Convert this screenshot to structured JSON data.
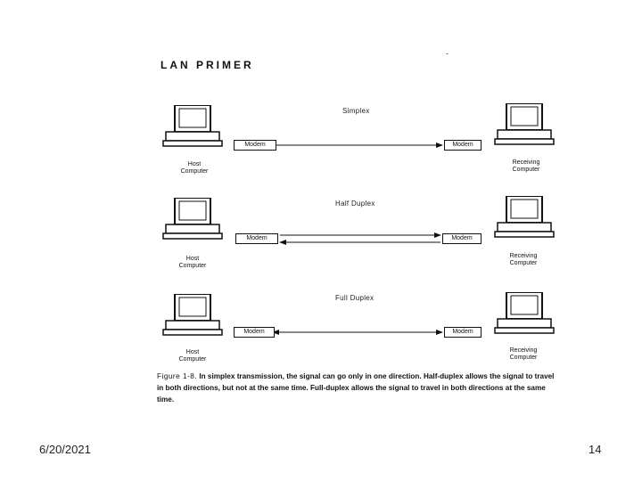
{
  "slide": {
    "heading": "LAN PRIMER",
    "date": "6/20/2021",
    "page_number": "14"
  },
  "diagrams": [
    {
      "title": "Simplex",
      "left_modem": "Modem",
      "right_modem": "Modem",
      "left_label": [
        "Host",
        "Computer"
      ],
      "right_label": [
        "Receiving",
        "Computer"
      ],
      "direction": "one-way"
    },
    {
      "title": "Half Duplex",
      "left_modem": "Modem",
      "right_modem": "Modem",
      "left_label": [
        "Host",
        "Computer"
      ],
      "right_label": [
        "Receiving",
        "Computer"
      ],
      "direction": "two-way-alternate"
    },
    {
      "title": "Full Duplex",
      "left_modem": "Modem",
      "right_modem": "Modem",
      "left_label": [
        "Host",
        "Computer"
      ],
      "right_label": [
        "Receiving",
        "Computer"
      ],
      "direction": "two-way-simultaneous"
    }
  ],
  "caption": {
    "figure": "Figure 1-8.",
    "text": "In simplex transmission, the signal can go only in one direction. Half-duplex allows the signal to travel in both directions, but not at the same time. Full-duplex allows the signal to travel in both directions at the same time."
  }
}
